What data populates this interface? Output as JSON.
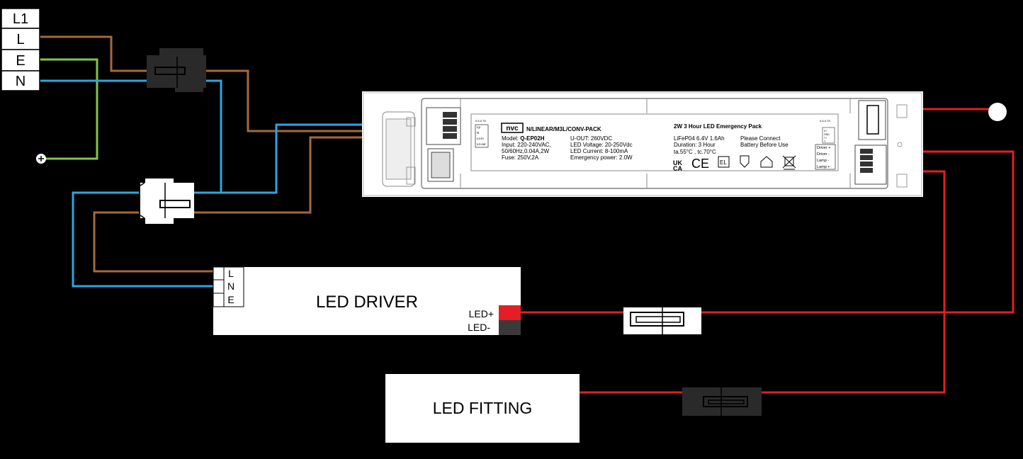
{
  "terminals": [
    "L1",
    "L",
    "E",
    "N"
  ],
  "colors": {
    "live": "#a26a3e",
    "earth": "#86c24a",
    "neutral": "#2aa7df",
    "led_positive": "#e31e24",
    "background": "#000000",
    "connector_dark": "#2a2a2a",
    "connector_light": "#ffffff"
  },
  "emergency_pack": {
    "brand": "nvc",
    "product": "N/LINEAR/M3L/CONV-PACK",
    "title": "2W 3 Hour LED Emergency Pack",
    "model_label": "Model:",
    "model_value": "Q-EP02H",
    "input_line1": "Input: 220-240VAC,",
    "input_line2": "50/60Hz,0.04A,2W",
    "fuse": "Fuse: 250V,2A",
    "uout": "U-OUT: 260VDC",
    "led_voltage": "LED Voltage: 20-250Vdc",
    "led_current": "LED Current: 8-100mA",
    "emergency_power": "Emergency power: 2.0W",
    "battery": "LiFeP04 6.4V 1.6Ah",
    "duration": "Duration: 3 Hour",
    "temps": "ta.55°C , tc.70°C",
    "notice_line1": "Please Connect",
    "notice_line2": "Battery Before Use",
    "wire_gauge": "0.5-0.75",
    "input_terminals": [
      "Lp",
      "N",
      "Ls-in",
      "Ls-out"
    ],
    "output_terminals": [
      "Driver +",
      "Driver -",
      "Lamp -",
      "Lamp +"
    ],
    "battery_terminals": [
      "S+",
      "GND",
      "T+",
      "T-"
    ],
    "certs": [
      "UK CA",
      "CE",
      "EL"
    ]
  },
  "driver": {
    "title": "LED DRIVER",
    "inputs": [
      "L",
      "N",
      "E"
    ],
    "led_pos": "LED+",
    "led_neg": "LED-"
  },
  "fitting": {
    "title": "LED FITTING"
  }
}
